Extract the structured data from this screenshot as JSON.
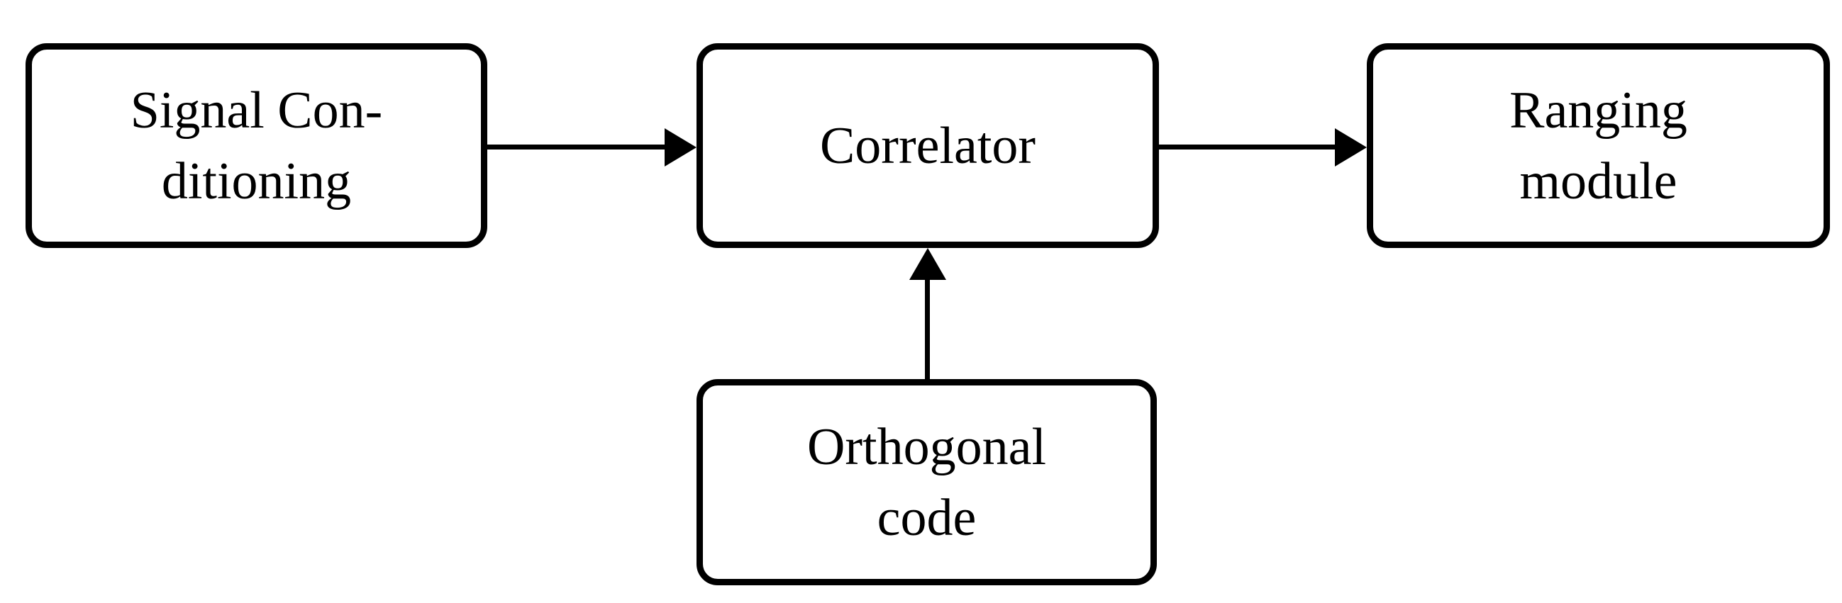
{
  "diagram": {
    "type": "block-diagram",
    "colors": {
      "ink": "#000000",
      "background": "#ffffff"
    },
    "nodes": [
      {
        "id": "signal-conditioning",
        "label": "Signal Con-\nditioning"
      },
      {
        "id": "correlator",
        "label": "Correlator"
      },
      {
        "id": "ranging-module",
        "label": "Ranging\nmodule"
      },
      {
        "id": "orthogonal-code",
        "label": "Orthogonal\ncode"
      }
    ],
    "edges": [
      {
        "from": "signal-conditioning",
        "to": "correlator",
        "direction": "right",
        "arrowhead": "filled-triangle"
      },
      {
        "from": "correlator",
        "to": "ranging-module",
        "direction": "right",
        "arrowhead": "filled-triangle"
      },
      {
        "from": "orthogonal-code",
        "to": "correlator",
        "direction": "up",
        "arrowhead": "filled-triangle"
      }
    ]
  }
}
